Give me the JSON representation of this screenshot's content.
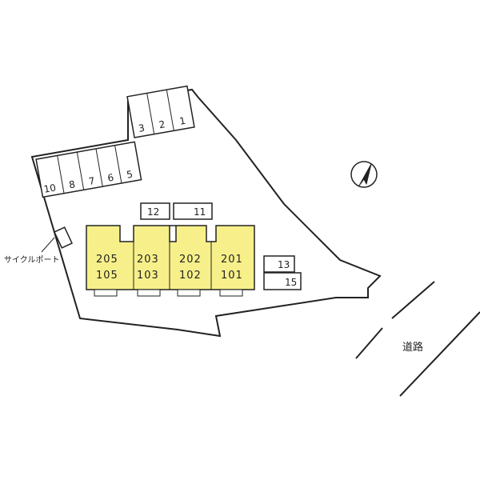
{
  "colors": {
    "building_fill": "#f7f08a",
    "stroke": "#222222",
    "background": "#ffffff"
  },
  "parking_top": [
    "3",
    "2",
    "1"
  ],
  "parking_left": [
    "10",
    "8",
    "7",
    "6",
    "5"
  ],
  "parking_mid": [
    "12",
    "11"
  ],
  "parking_right": [
    "13",
    "15"
  ],
  "units": [
    {
      "upper": "205",
      "lower": "105"
    },
    {
      "upper": "203",
      "lower": "103"
    },
    {
      "upper": "202",
      "lower": "102"
    },
    {
      "upper": "201",
      "lower": "101"
    }
  ],
  "cycle_port_label": "サイクルポート",
  "road_label": "道路",
  "north_arrow_icon": "north-arrow-icon"
}
